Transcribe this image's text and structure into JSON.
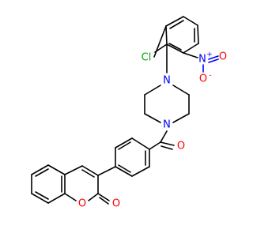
{
  "molecule": {
    "atoms": {
      "cl": "Cl",
      "nitro_n": "N",
      "nitro_plus": "+",
      "nitro_o_single": "O",
      "nitro_o_minus": "-",
      "pip_n_top": "N",
      "pip_n_bottom": "N",
      "carbonyl_o": "O",
      "ring_o": "O",
      "lactone_o": "O"
    },
    "colors": {
      "carbon": "#000000",
      "nitrogen": "#0000ff",
      "oxygen": "#ff0000",
      "chlorine": "#00aa00"
    }
  }
}
